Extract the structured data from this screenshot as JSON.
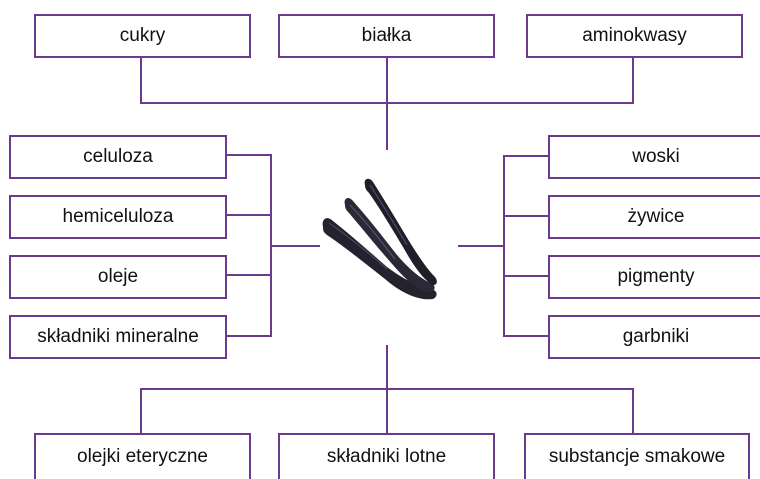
{
  "top": {
    "items": [
      {
        "label": "cukry"
      },
      {
        "label": "białka"
      },
      {
        "label": "aminokwasy"
      }
    ]
  },
  "left": {
    "items": [
      {
        "label": "celuloza"
      },
      {
        "label": "hemiceluloza"
      },
      {
        "label": "oleje"
      },
      {
        "label": "składniki mineralne"
      }
    ]
  },
  "right": {
    "items": [
      {
        "label": "woski"
      },
      {
        "label": "żywice"
      },
      {
        "label": "pigmenty"
      },
      {
        "label": "garbniki"
      }
    ]
  },
  "bottom": {
    "items": [
      {
        "label": "olejki eteryczne"
      },
      {
        "label": "składniki lotne"
      },
      {
        "label": "substancje smakowe"
      }
    ]
  },
  "center": {
    "image": "vanilla-pods"
  },
  "colors": {
    "connector": "#6b3a8c",
    "pod": "#23222e"
  }
}
